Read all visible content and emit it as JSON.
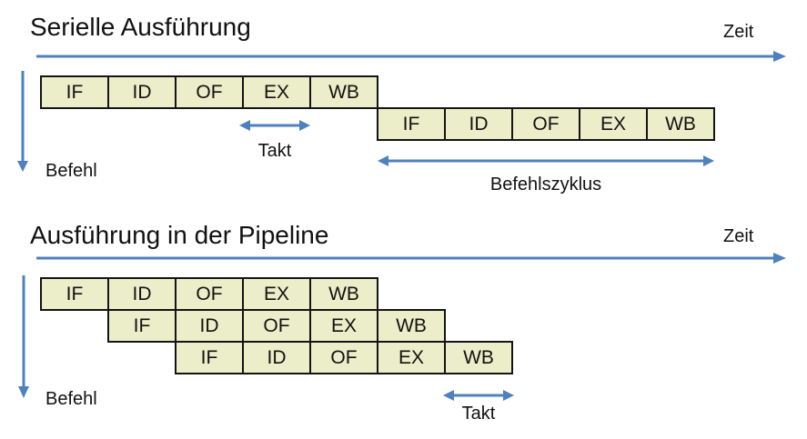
{
  "colors": {
    "arrow_blue": "#4F81BD",
    "box_fill": "#ECEEC9",
    "box_border": "#141414"
  },
  "serial": {
    "title": "Serielle Ausführung",
    "time_label": "Zeit",
    "instruction_label": "Befehl",
    "takt_label": "Takt",
    "cycle_label": "Befehlszyklus",
    "rows": [
      {
        "stages": [
          "IF",
          "ID",
          "OF",
          "EX",
          "WB"
        ]
      },
      {
        "stages": [
          "IF",
          "ID",
          "OF",
          "EX",
          "WB"
        ]
      }
    ]
  },
  "pipeline": {
    "title": "Ausführung in der Pipeline",
    "time_label": "Zeit",
    "instruction_label": "Befehl",
    "takt_label": "Takt",
    "rows": [
      {
        "stages": [
          "IF",
          "ID",
          "OF",
          "EX",
          "WB"
        ]
      },
      {
        "stages": [
          "IF",
          "ID",
          "OF",
          "EX",
          "WB"
        ]
      },
      {
        "stages": [
          "IF",
          "ID",
          "OF",
          "EX",
          "WB"
        ]
      }
    ]
  }
}
